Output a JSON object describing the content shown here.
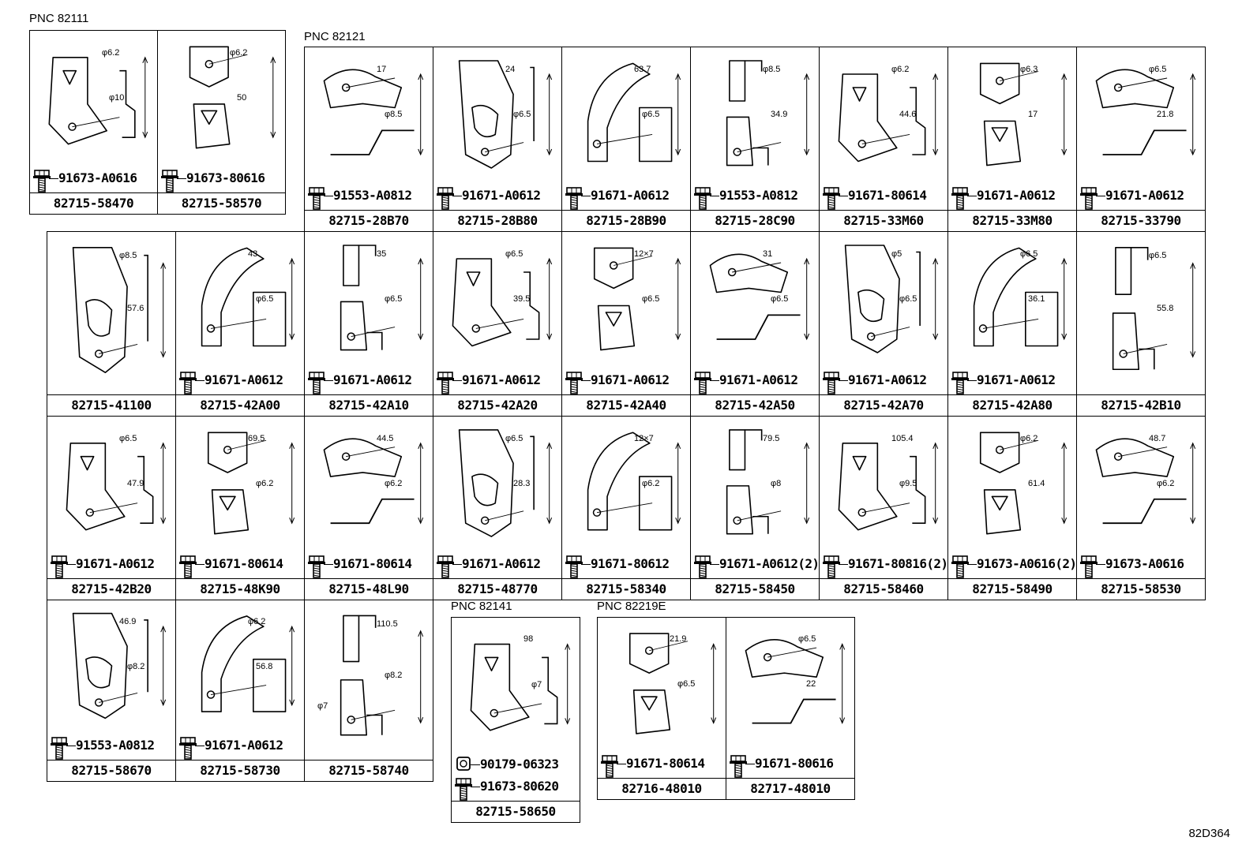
{
  "figure_id": "82D364",
  "groups": [
    {
      "pnc": "PNC 82111",
      "cells": [
        {
          "part": "82715-58470",
          "fasteners": [
            "91673-A0616"
          ],
          "dims": [
            "φ6.2",
            "φ10"
          ]
        },
        {
          "part": "82715-58570",
          "fasteners": [
            "91673-80616"
          ],
          "dims": [
            "φ6.2",
            "50"
          ]
        }
      ]
    },
    {
      "pnc": "PNC 82121",
      "cells": [
        {
          "part": "82715-28B70",
          "fasteners": [
            "91553-A0812"
          ],
          "dims": [
            "17",
            "φ8.5"
          ]
        },
        {
          "part": "82715-28B80",
          "fasteners": [
            "91671-A0612"
          ],
          "dims": [
            "24",
            "φ6.5"
          ]
        },
        {
          "part": "82715-28B90",
          "fasteners": [
            "91671-A0612"
          ],
          "dims": [
            "63.7",
            "φ6.5"
          ]
        },
        {
          "part": "82715-28C90",
          "fasteners": [
            "91553-A0812"
          ],
          "dims": [
            "φ8.5",
            "34.9"
          ]
        },
        {
          "part": "82715-33M60",
          "fasteners": [
            "91671-80614"
          ],
          "dims": [
            "φ6.2",
            "44.6"
          ]
        },
        {
          "part": "82715-33M80",
          "fasteners": [
            "91671-A0612"
          ],
          "dims": [
            "φ6.3",
            "17"
          ]
        },
        {
          "part": "82715-33790",
          "fasteners": [
            "91671-A0612"
          ],
          "dims": [
            "φ6.5",
            "21.8"
          ]
        },
        {
          "part": "82715-41100",
          "fasteners": [],
          "dims": [
            "φ8.5",
            "57.6"
          ]
        },
        {
          "part": "82715-42A00",
          "fasteners": [
            "91671-A0612"
          ],
          "dims": [
            "43",
            "φ6.5"
          ]
        },
        {
          "part": "82715-42A10",
          "fasteners": [
            "91671-A0612"
          ],
          "dims": [
            "35",
            "φ6.5"
          ]
        },
        {
          "part": "82715-42A20",
          "fasteners": [
            "91671-A0612"
          ],
          "dims": [
            "φ6.5",
            "39.5"
          ]
        },
        {
          "part": "82715-42A40",
          "fasteners": [
            "91671-A0612"
          ],
          "dims": [
            "12×7",
            "φ6.5"
          ]
        },
        {
          "part": "82715-42A50",
          "fasteners": [
            "91671-A0612"
          ],
          "dims": [
            "31",
            "φ6.5"
          ]
        },
        {
          "part": "82715-42A70",
          "fasteners": [
            "91671-A0612"
          ],
          "dims": [
            "φ5",
            "φ6.5"
          ]
        },
        {
          "part": "82715-42A80",
          "fasteners": [
            "91671-A0612"
          ],
          "dims": [
            "φ6.5",
            "36.1"
          ]
        },
        {
          "part": "82715-42B10",
          "fasteners": [],
          "dims": [
            "φ6.5",
            "55.8"
          ]
        },
        {
          "part": "82715-42B20",
          "fasteners": [
            "91671-A0612"
          ],
          "dims": [
            "φ6.5",
            "47.9"
          ]
        },
        {
          "part": "82715-48K90",
          "fasteners": [
            "91671-80614"
          ],
          "dims": [
            "69.5",
            "φ6.2"
          ]
        },
        {
          "part": "82715-48L90",
          "fasteners": [
            "91671-80614"
          ],
          "dims": [
            "44.5",
            "φ6.2"
          ]
        },
        {
          "part": "82715-48770",
          "fasteners": [
            "91671-A0612"
          ],
          "dims": [
            "φ6.5",
            "28.3"
          ]
        },
        {
          "part": "82715-58340",
          "fasteners": [
            "91671-80612"
          ],
          "dims": [
            "12×7",
            "φ6.2"
          ]
        },
        {
          "part": "82715-58450",
          "fasteners": [
            "91671-A0612(2)"
          ],
          "dims": [
            "79.5",
            "φ8"
          ]
        },
        {
          "part": "82715-58460",
          "fasteners": [
            "91671-80816(2)"
          ],
          "dims": [
            "105.4",
            "φ9.5"
          ]
        },
        {
          "part": "82715-58490",
          "fasteners": [
            "91673-A0616(2)"
          ],
          "dims": [
            "φ6.2",
            "61.4"
          ]
        },
        {
          "part": "82715-58530",
          "fasteners": [
            "91673-A0616"
          ],
          "dims": [
            "48.7",
            "φ6.2"
          ]
        },
        {
          "part": "82715-58670",
          "fasteners": [
            "91553-A0812"
          ],
          "dims": [
            "46.9",
            "φ8.2"
          ]
        },
        {
          "part": "82715-58730",
          "fasteners": [
            "91671-A0612"
          ],
          "dims": [
            "φ6.2",
            "56.8"
          ]
        },
        {
          "part": "82715-58740",
          "fasteners": [],
          "dims": [
            "110.5",
            "φ8.2",
            "φ7"
          ]
        }
      ]
    },
    {
      "pnc": "PNC 82141",
      "cells": [
        {
          "part": "82715-58650",
          "fasteners": [
            "90179-06323",
            "91673-80620"
          ],
          "dims": [
            "98",
            "φ7"
          ]
        }
      ]
    },
    {
      "pnc": "PNC 82219E",
      "cells": [
        {
          "part": "82716-48010",
          "fasteners": [
            "91671-80614"
          ],
          "dims": [
            "21.9",
            "φ6.5"
          ]
        },
        {
          "part": "82717-48010",
          "fasteners": [
            "91671-80616"
          ],
          "dims": [
            "φ6.5",
            "22"
          ]
        }
      ]
    }
  ]
}
